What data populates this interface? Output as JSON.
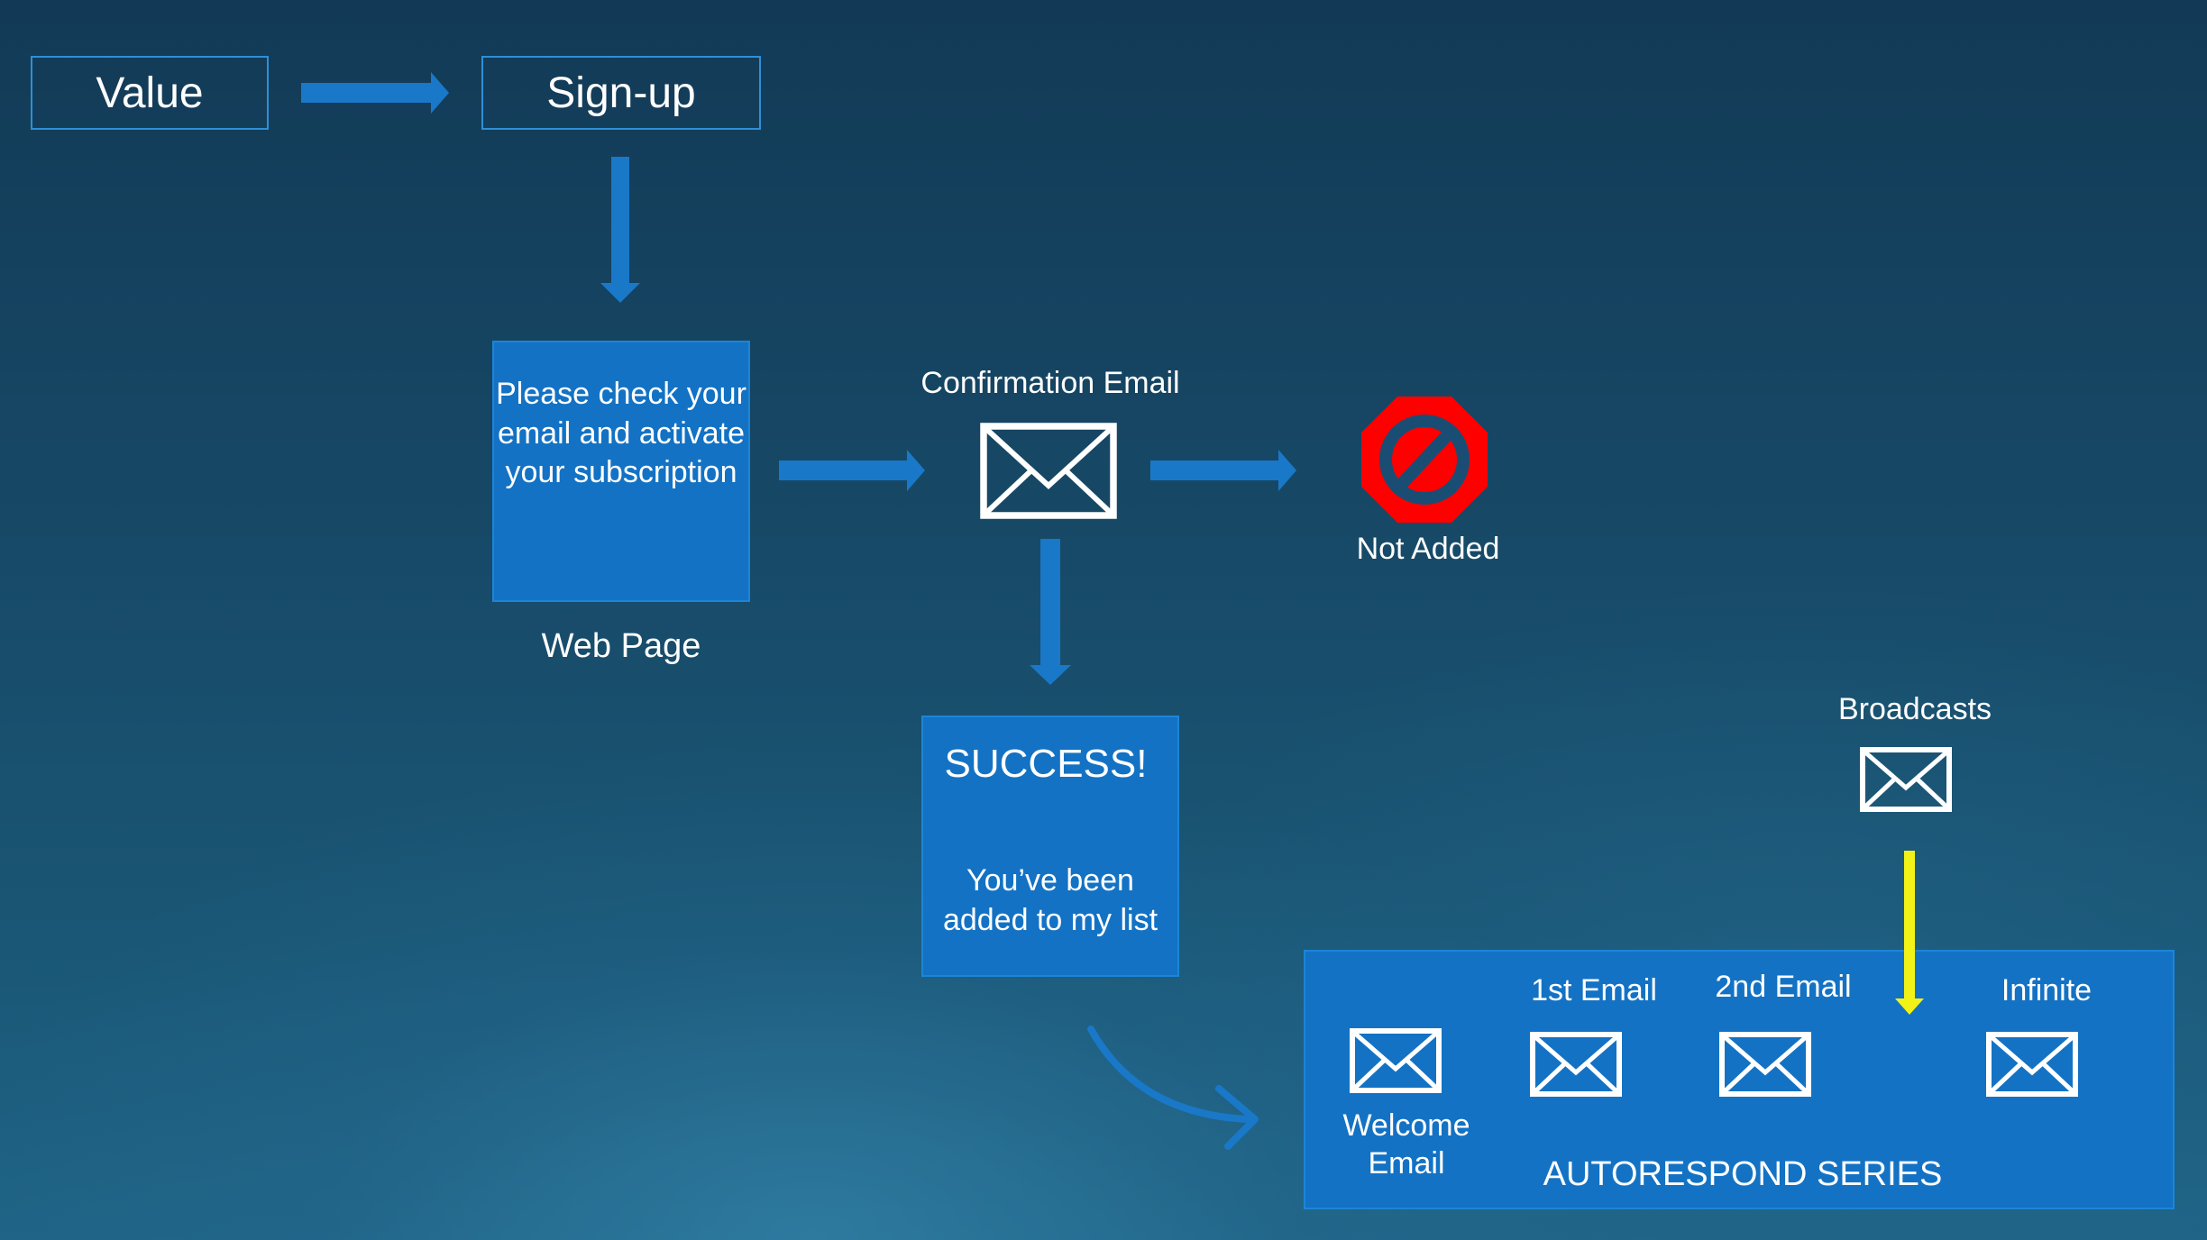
{
  "nodes": {
    "value": "Value",
    "signup": "Sign-up",
    "webpage_text_1": "Please check your",
    "webpage_text_2": "email and activate",
    "webpage_text_3": "your subscription",
    "webpage_caption": "Web Page",
    "confirmation_email": "Confirmation Email",
    "not_added": "Not Added",
    "success_title": "SUCCESS!",
    "success_text_1": "You’ve been",
    "success_text_2": "added to my list",
    "broadcasts": "Broadcasts"
  },
  "series": {
    "welcome_1": "Welcome",
    "welcome_2": "Email",
    "first_email": "1st Email",
    "second_email": "2nd Email",
    "infinite": "Infinite",
    "title": "AUTORESPOND SERIES"
  },
  "icons": {
    "envelope": "envelope-icon",
    "stop": "stop-sign-icon"
  },
  "colors": {
    "box_blue": "#1372c4",
    "arrow_blue": "#1a78c8",
    "highlight_yellow": "#f2f216",
    "stop_red": "#ff0000"
  }
}
